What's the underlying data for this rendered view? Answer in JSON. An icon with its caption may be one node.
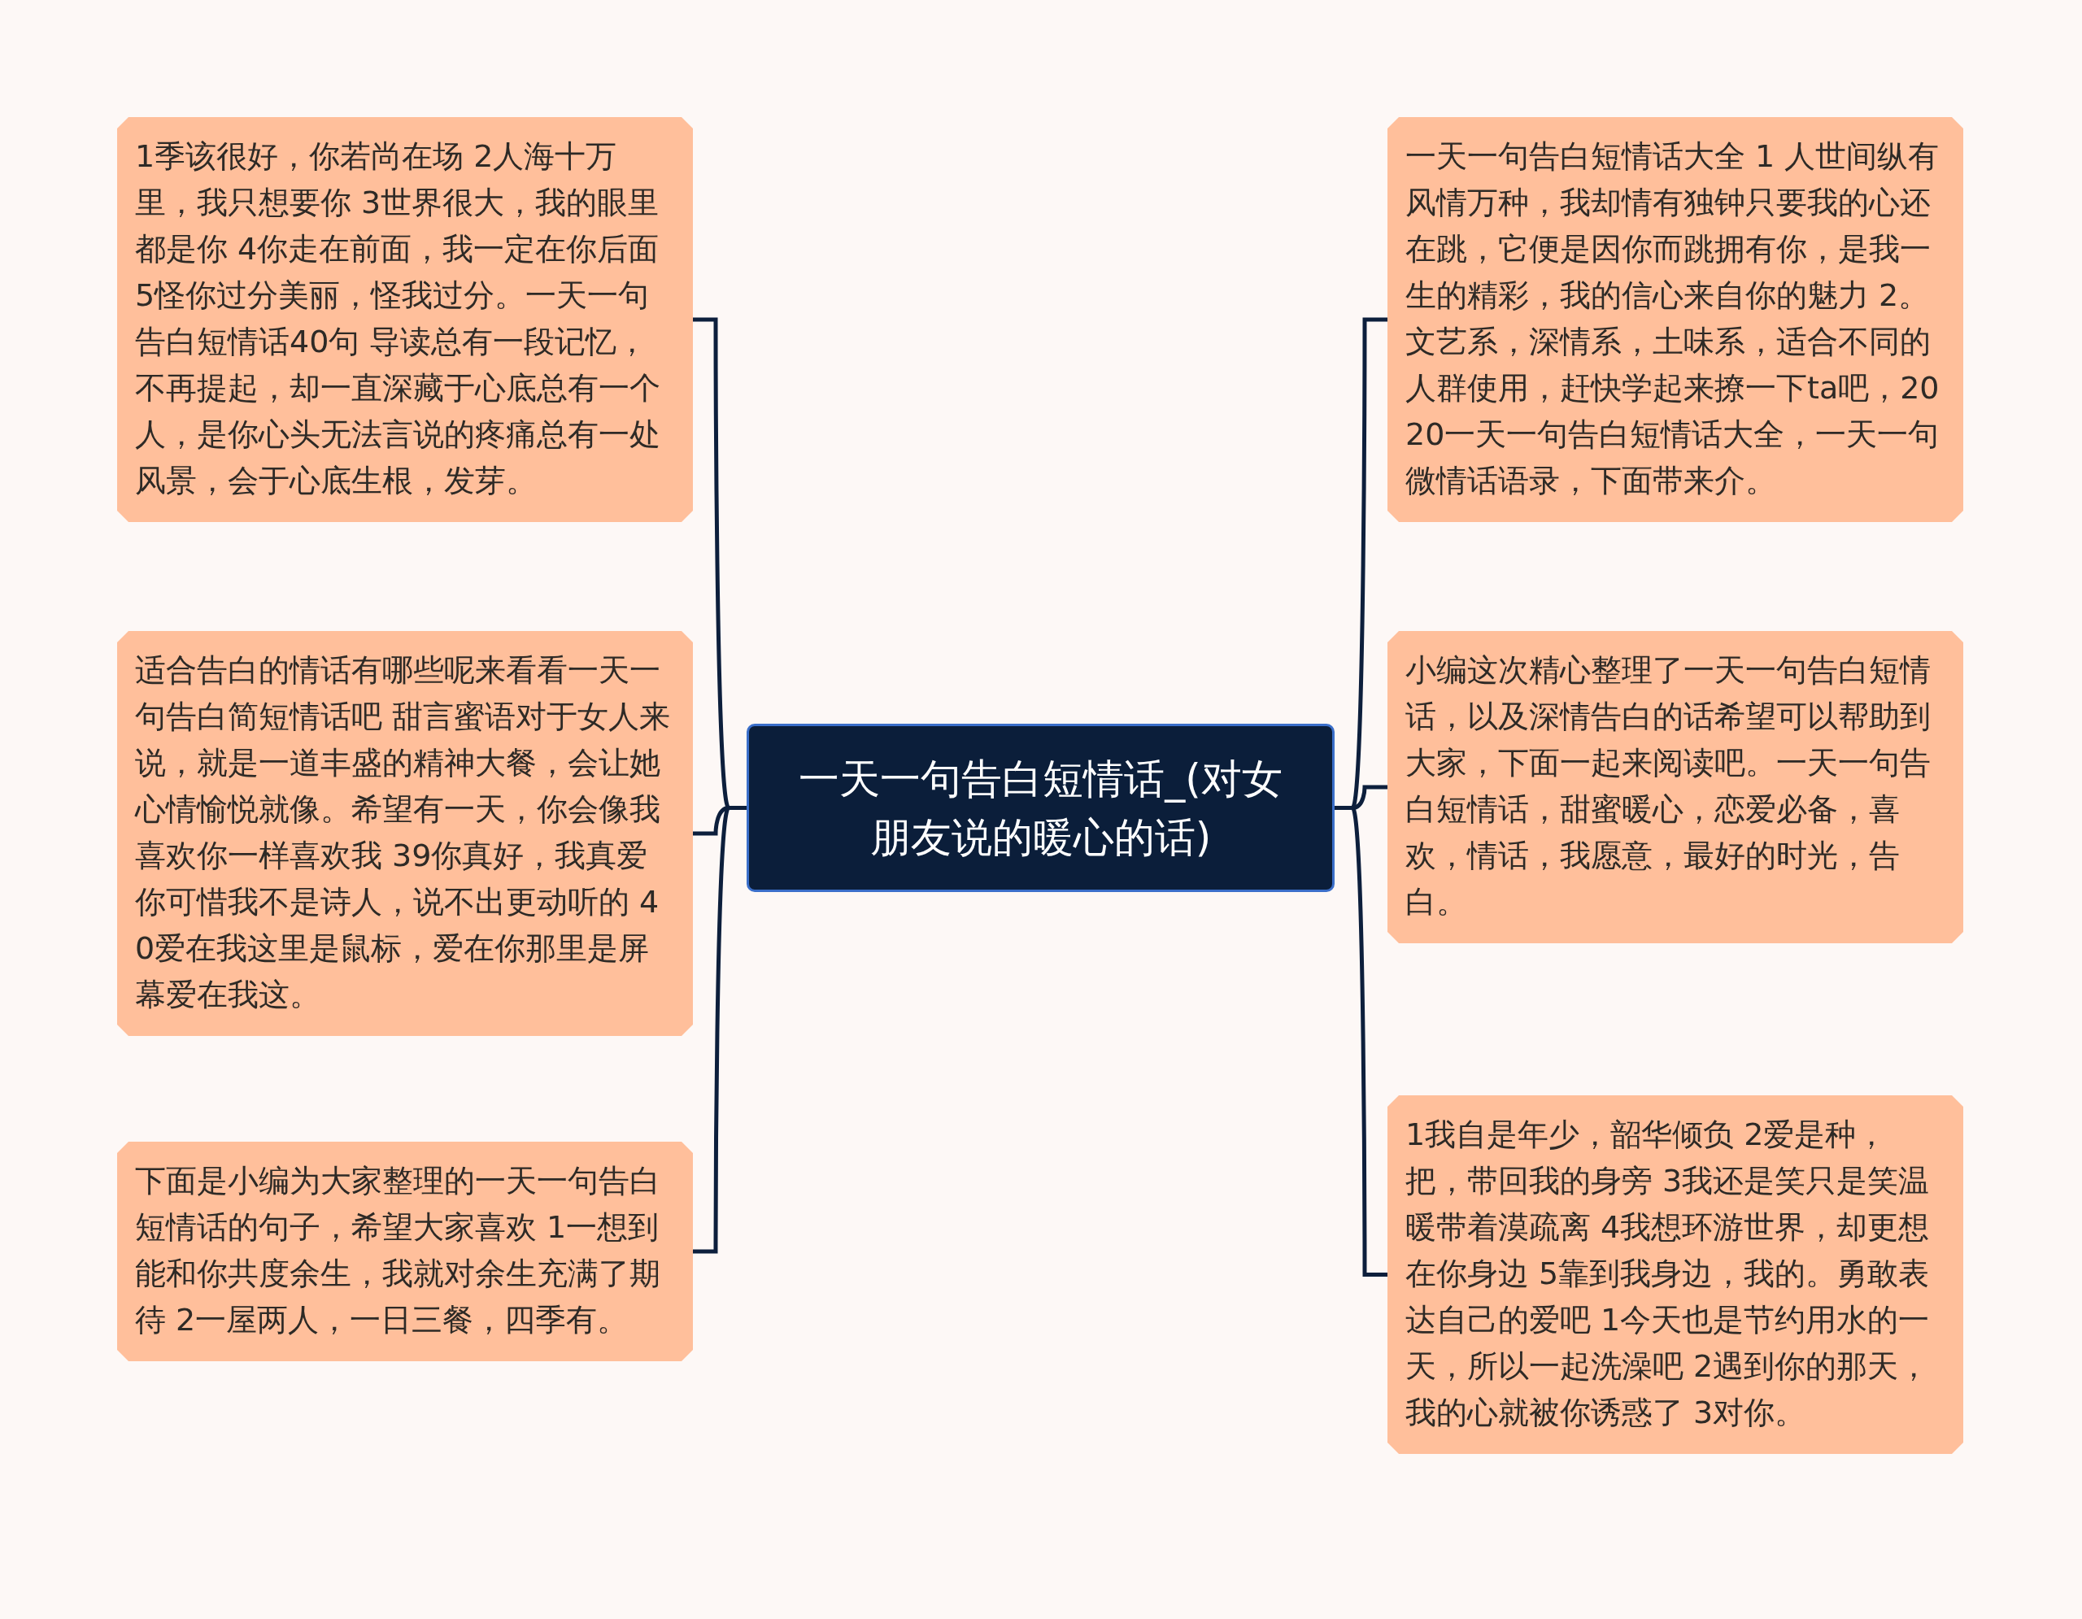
{
  "diagram": {
    "nodes": [
      {
        "text": [
          "一天一句告白短情话_(对女朋友说的暖心的话)"
        ]
      },
      {
        "text": [
          "1季该很好，你若尚在场 2人海十万里，我只想要你 3世界很大，我的眼里都是你 4你走在前面，我一定在你后面 5怪你过分美丽，怪我过分。一天一句告白短情话40句 导读总有一段记忆，不再提起，却一直深藏于心底总有一个人，是你心头无法言说的疼痛总有一处风景，会于心底生根，发芽。"
        ]
      },
      {
        "text": [
          "适合告白的情话有哪些呢来看看一天一句告白简短情话吧 甜言蜜语对于女人来说，就是一道丰盛的精神大餐，会让她心情愉悦就像。希望有一天，你会像我喜欢你一样喜欢我 39你真好，我真爱你可惜我不是诗人，说不出更动听的 40爱在我这里是鼠标，爱在你那里是屏幕爱在我这。"
        ]
      },
      {
        "text": [
          "下面是小编为大家整理的一天一句告白短情话的句子，希望大家喜欢 1一想到能和你共度余生，我就对余生充满了期待 2一屋两人，一日三餐，四季有。"
        ]
      },
      {
        "text": [
          "一天一句告白短情话大全 1 人世间纵有风情万种，我却情有独钟只要我的心还在跳，它便是因你而跳拥有你，是我一生的精彩，我的信心来自你的魅力 2。文艺系，深情系，土味系，适合不同的人群使用，赶快学起来撩一下ta吧，2020一天一句告白短情话大全，一天一句微情话语录，下面带来介。"
        ]
      },
      {
        "text": [
          "小编这次精心整理了一天一句告白短情话，以及深情告白的话希望可以帮助到大家，下面一起来阅读吧。一天一句告白短情话，甜蜜暖心，恋爱必备，喜欢，情话，我愿意，最好的时光，告白。"
        ]
      },
      {
        "text": [
          "1我自是年少，韶华倾负 2爱是种，把，带回我的身旁 3我还是笑只是笑温暖带着漠疏离 4我想环游世界，却更想在你身边 5靠到我身边，我的。勇敢表达自己的爱吧 1今天也是节约用水的一天，所以一起洗澡吧 2遇到你的那天，我的心就被你诱惑了 3对你。"
        ]
      }
    ],
    "edges": [
      {
        "from": 0,
        "to": 1,
        "arrow": "none"
      },
      {
        "from": 0,
        "to": 2,
        "arrow": "none"
      },
      {
        "from": 0,
        "to": 3,
        "arrow": "none"
      },
      {
        "from": 0,
        "to": 4,
        "arrow": "none"
      },
      {
        "from": 0,
        "to": 5,
        "arrow": "none"
      },
      {
        "from": 0,
        "to": 6,
        "arrow": "none"
      }
    ]
  }
}
